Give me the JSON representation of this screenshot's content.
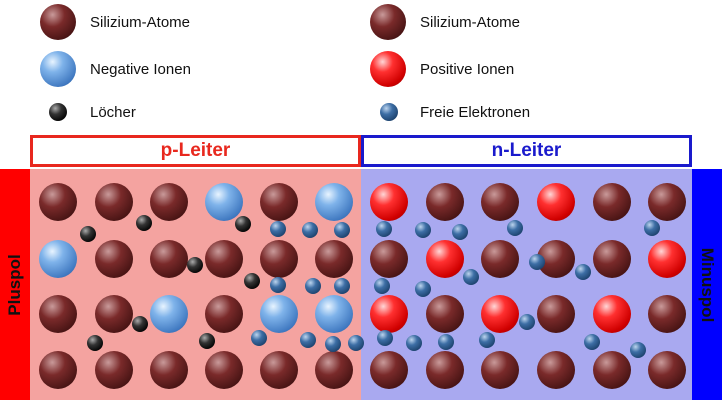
{
  "legend": {
    "left": [
      {
        "label": "Silizium-Atome",
        "icon": "silicon-atom-icon",
        "color": "#6b1f1f"
      },
      {
        "label": "Negative Ionen",
        "icon": "negative-ion-icon",
        "color": "#5b93d6"
      },
      {
        "label": "Löcher",
        "icon": "hole-icon",
        "color": "#111111"
      }
    ],
    "right": [
      {
        "label": "Silizium-Atome",
        "icon": "silicon-atom-icon",
        "color": "#6b1f1f"
      },
      {
        "label": "Positive Ionen",
        "icon": "positive-ion-icon",
        "color": "#e01010"
      },
      {
        "label": "Freie Elektronen",
        "icon": "free-electron-icon",
        "color": "#1f4f82"
      }
    ]
  },
  "regions": {
    "p": {
      "label": "p-Leiter",
      "color": "#e8281e",
      "fill": "#f4a3a0"
    },
    "n": {
      "label": "n-Leiter",
      "color": "#1a1acc",
      "fill": "#a9a9f0"
    }
  },
  "poles": {
    "plus": {
      "label": "Pluspol",
      "color": "#ff0000"
    },
    "minus": {
      "label": "Minuspol",
      "color": "#0000ff"
    }
  }
}
